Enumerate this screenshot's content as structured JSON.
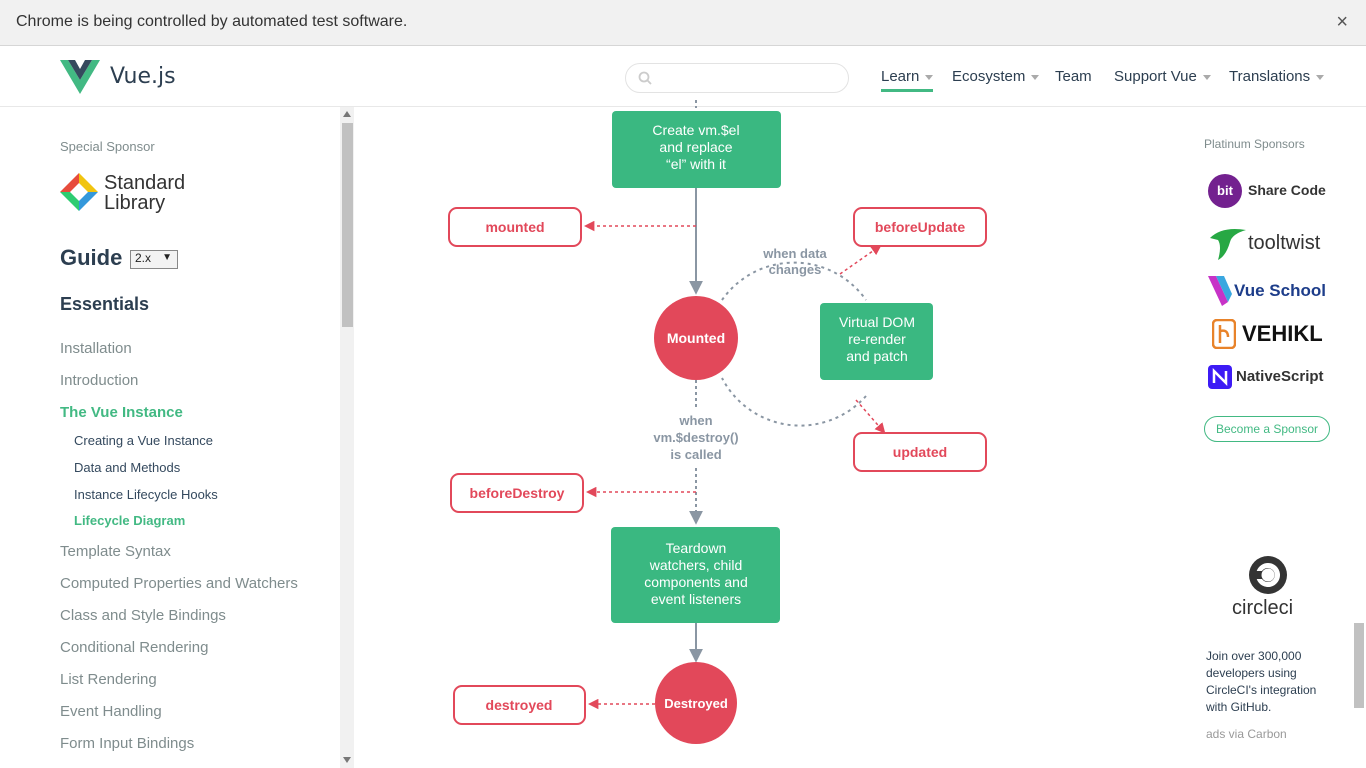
{
  "infobar": {
    "message": "Chrome is being controlled by automated test software.",
    "close": "×"
  },
  "header": {
    "brand": "Vue.js",
    "search_placeholder": "",
    "nav": [
      {
        "label": "Learn",
        "dropdown": true,
        "active": true
      },
      {
        "label": "Ecosystem",
        "dropdown": true
      },
      {
        "label": "Team",
        "dropdown": false
      },
      {
        "label": "Support Vue",
        "dropdown": true
      },
      {
        "label": "Translations",
        "dropdown": true
      }
    ]
  },
  "sidebar": {
    "special_sponsor": "Special Sponsor",
    "sponsor_line1": "Standard",
    "sponsor_line2": "Library",
    "guide": "Guide",
    "version": "2.x",
    "version_arrow": "▼",
    "section": "Essentials",
    "items": [
      "Installation",
      "Introduction",
      "The Vue Instance"
    ],
    "subitems": [
      "Creating a Vue Instance",
      "Data and Methods",
      "Instance Lifecycle Hooks",
      "Lifecycle Diagram"
    ],
    "items_after": [
      "Template Syntax",
      "Computed Properties and Watchers",
      "Class and Style Bindings",
      "Conditional Rendering",
      "List Rendering",
      "Event Handling",
      "Form Input Bindings"
    ]
  },
  "diagram": {
    "create_line1": "Create vm.$el",
    "create_line2": "and replace",
    "create_line3": "“el” with it",
    "mounted_hook": "mounted",
    "before_update": "beforeUpdate",
    "when_data_1": "when data",
    "when_data_2": "changes",
    "mounted": "Mounted",
    "vdom_1": "Virtual DOM",
    "vdom_2": "re-render",
    "vdom_3": "and patch",
    "when_destroy_1": "when",
    "when_destroy_2": "vm.$destroy()",
    "when_destroy_3": "is called",
    "updated": "updated",
    "before_destroy": "beforeDestroy",
    "teardown_1": "Teardown",
    "teardown_2": "watchers, child",
    "teardown_3": "components and",
    "teardown_4": "event listeners",
    "destroyed_hook": "destroyed",
    "destroyed": "Destroyed",
    "colors": {
      "green": "#3ab881",
      "red": "#e2485a",
      "gray": "#8a96a3"
    }
  },
  "sponsors": {
    "title": "Platinum Sponsors",
    "bit_badge": "bit",
    "bit": "Share Code",
    "tooltwist": "tooltwist",
    "vueschool": "Vue School",
    "vehikl": "VEHIKL",
    "nativescript": "NativeScript",
    "become": "Become a Sponsor",
    "circleci": "circleci",
    "carbon_text": "Join over 300,000 developers using CircleCI's integration with GitHub.",
    "carbon_via": "ads via Carbon"
  }
}
